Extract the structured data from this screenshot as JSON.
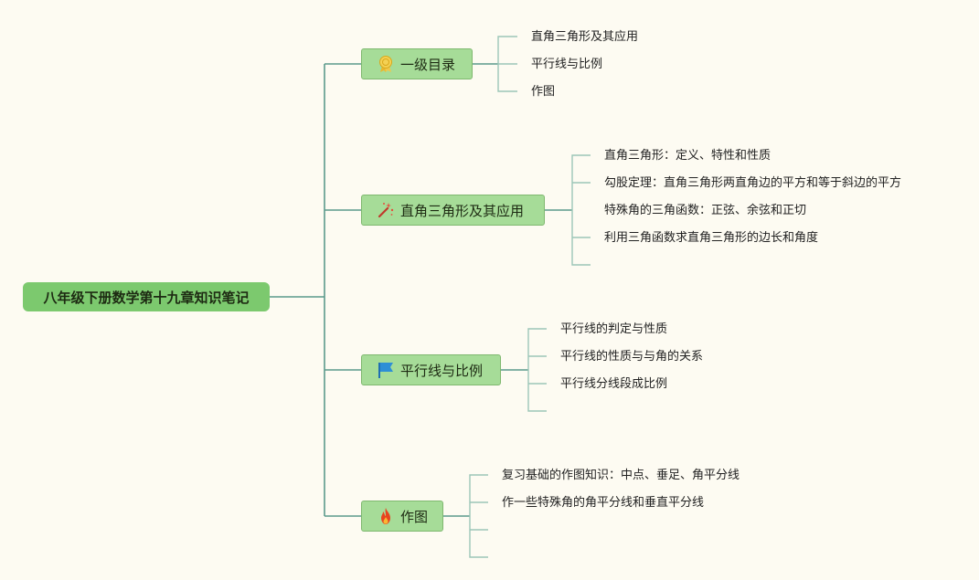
{
  "root": {
    "label": "八年级下册数学第十九章知识笔记"
  },
  "branches": [
    {
      "label": "一级目录",
      "icon": "award-ribbon-icon",
      "items": [
        "直角三角形及其应用",
        "平行线与比例",
        "作图"
      ]
    },
    {
      "label": "直角三角形及其应用",
      "icon": "magic-wand-icon",
      "items": [
        "直角三角形：定义、特性和性质",
        "勾股定理：直角三角形两直角边的平方和等于斜边的平方",
        "特殊角的三角函数：正弦、余弦和正切",
        "利用三角函数求直角三角形的边长和角度"
      ]
    },
    {
      "label": "平行线与比例",
      "icon": "blue-flag-icon",
      "items": [
        "平行线的判定与性质",
        "平行线的性质与与角的关系",
        "平行线分线段成比例"
      ]
    },
    {
      "label": "作图",
      "icon": "fire-icon",
      "items": [
        "复习基础的作图知识：中点、垂足、角平分线",
        "作一些特殊角的角平分线和垂直平分线"
      ]
    }
  ],
  "colors": {
    "root": "#7cc96e",
    "branch": "#a6dc98",
    "line": "#5b9a8b",
    "leaf_line": "#9cc6b8",
    "background": "#fdfbf2"
  }
}
